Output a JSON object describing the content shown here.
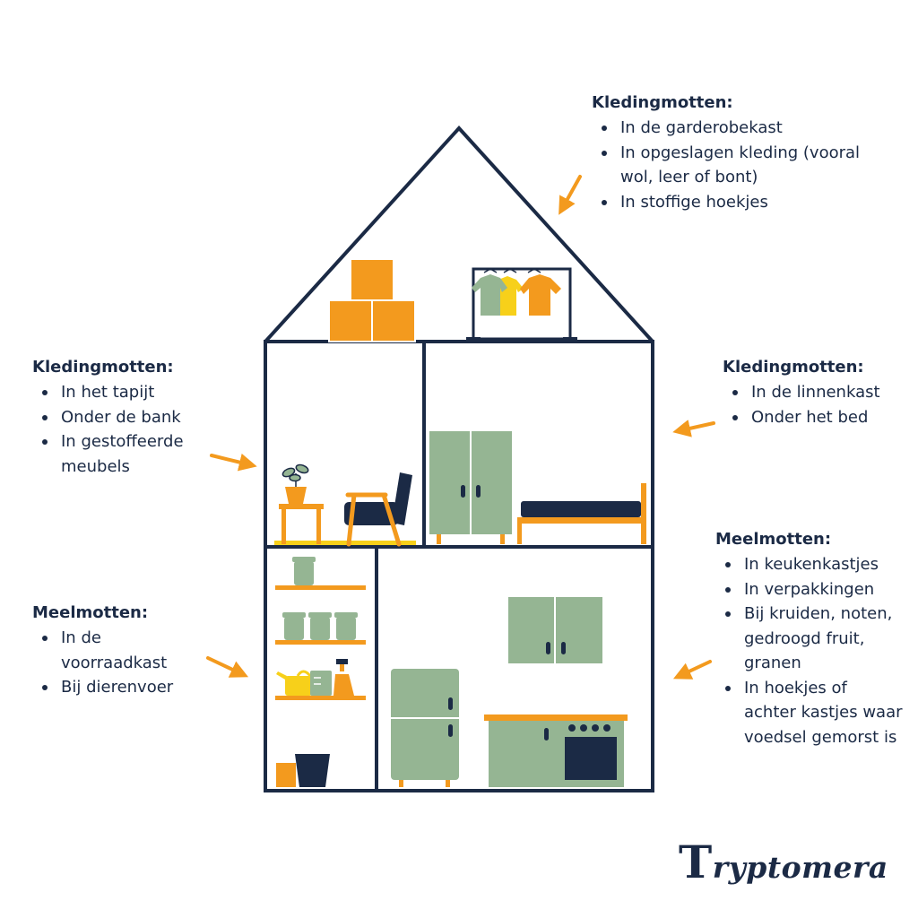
{
  "colors": {
    "navy": "#1b2a45",
    "orange": "#f39a1e",
    "sage": "#95b593",
    "yellow": "#f7d01a",
    "white": "#ffffff"
  },
  "callouts": {
    "attic": {
      "title": "Kledingmotten:",
      "items": [
        "In de garderobekast",
        "In opgeslagen kleding (vooral wol, leer of bont)",
        "In stoffige hoekjes"
      ]
    },
    "living": {
      "title": "Kledingmotten:",
      "items": [
        "In het tapijt",
        "Onder de bank",
        "In gestoffeerde meubels"
      ]
    },
    "bedroom": {
      "title": "Kledingmotten:",
      "items": [
        "In de linnenkast",
        "Onder het bed"
      ]
    },
    "pantry": {
      "title": "Meelmotten:",
      "items": [
        "In de voorraadkast",
        "Bij dierenvoer"
      ]
    },
    "kitchen": {
      "title": "Meelmotten:",
      "items": [
        "In keukenkastjes",
        "In verpakkingen",
        "Bij kruiden, noten, gedroogd fruit, granen",
        "In hoekjes of achter kastjes waar voedsel gemorst is"
      ]
    }
  },
  "brand": {
    "initial": "T",
    "rest": "ryptomera"
  }
}
